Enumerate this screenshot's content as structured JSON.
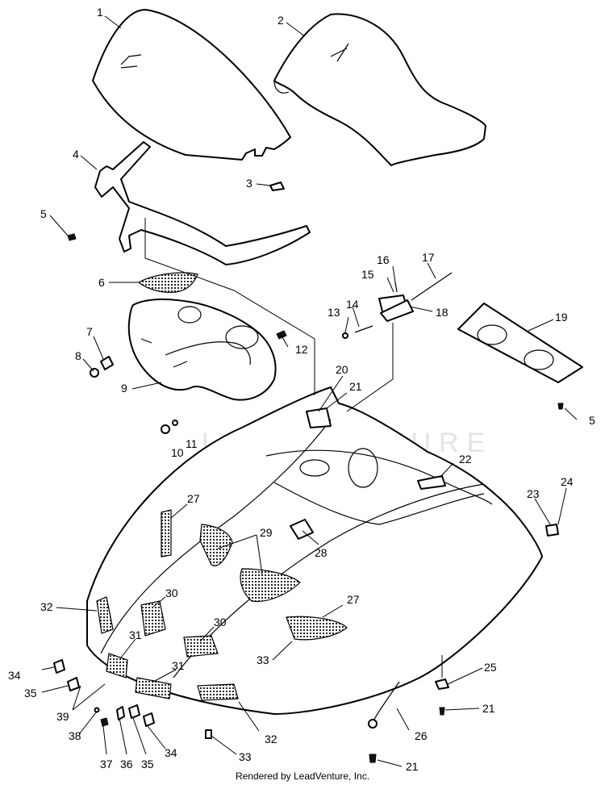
{
  "watermark": "LEADVENTURE",
  "footer": "Rendered by LeadVenture, Inc.",
  "callouts": [
    "1",
    "2",
    "3",
    "4",
    "5",
    "6",
    "7",
    "8",
    "9",
    "10",
    "11",
    "12",
    "13",
    "14",
    "15",
    "16",
    "17",
    "18",
    "19",
    "5",
    "20",
    "21",
    "22",
    "23",
    "24",
    "27",
    "29",
    "28",
    "32",
    "30",
    "27",
    "31",
    "30",
    "33",
    "31",
    "34",
    "35",
    "39",
    "38",
    "37",
    "36",
    "35",
    "34",
    "25",
    "21",
    "26",
    "32",
    "33",
    "21"
  ]
}
